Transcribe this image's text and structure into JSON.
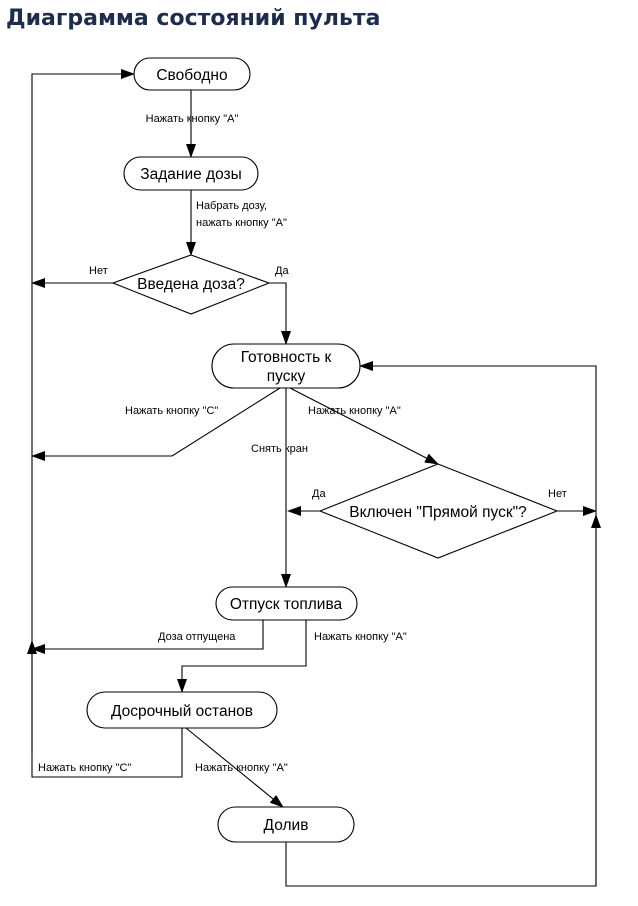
{
  "title": "Диаграмма состояний пульта",
  "nodes": {
    "free": "Свободно",
    "dose_entry": "Задание дозы",
    "dose_entered": "Введена доза?",
    "ready_line1": "Готовность к",
    "ready_line2": "пуску",
    "direct_start": "Включен \"Прямой пуск\"?",
    "fuel_release": "Отпуск топлива",
    "early_stop": "Досрочный останов",
    "top_up": "Долив"
  },
  "edges": {
    "press_a_1": "Нажать кнопку \"A\"",
    "set_dose_line1": "Набрать дозу,",
    "set_dose_line2": "нажать кнопку \"A\"",
    "no_1": "Нет",
    "yes_1": "Да",
    "press_c_1": "Нажать кнопку \"C\"",
    "press_a_2": "Нажать кнопку \"A\"",
    "remove_nozzle": "Снять кран",
    "yes_2": "Да",
    "no_2": "Нет",
    "dose_released": "Доза отпущена",
    "press_a_3": "Нажать кнопку \"A\"",
    "press_c_2": "Нажать кнопку \"C\"",
    "press_a_4": "Нажать кнопку \"A\""
  }
}
